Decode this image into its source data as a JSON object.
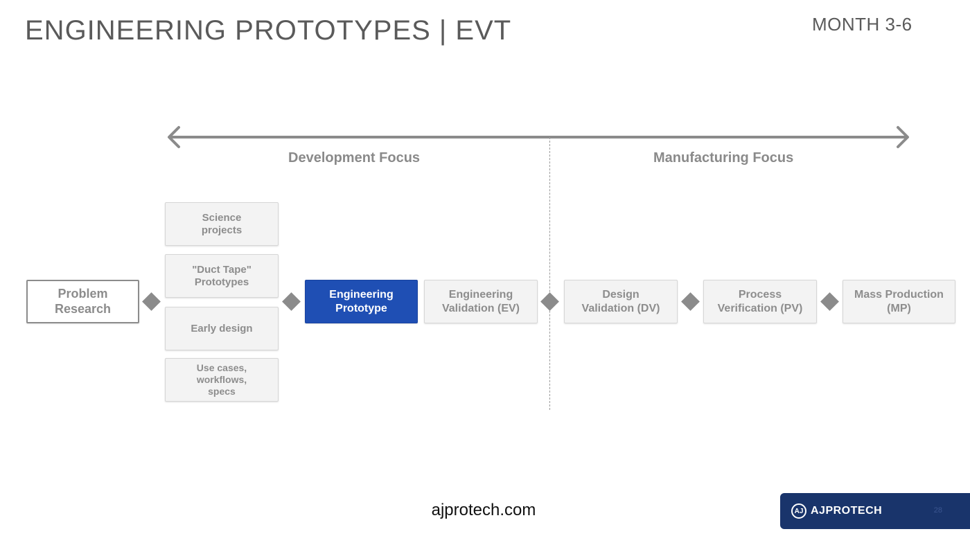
{
  "slide": {
    "title": "ENGINEERING  PROTOTYPES | EVT",
    "month": "MONTH 3-6",
    "page_number": "28"
  },
  "diagram": {
    "development_focus": "Development Focus",
    "manufacturing_focus": "Manufacturing Focus",
    "problem_research": "Problem Research",
    "early_stages": [
      "Science projects",
      "\"Duct Tape\" Prototypes",
      "Early design",
      "Use cases, workflows, specs"
    ],
    "stages": [
      "Engineering Prototype",
      "Engineering Validation (EV)",
      "Design Validation (DV)",
      "Process Verification (PV)",
      "Mass Production (MP)"
    ],
    "colors": {
      "active_stage": "#1f4fb4",
      "stage_box": "#f3f3f3",
      "connector": "#8b8b8b"
    }
  },
  "footer": {
    "url": "ajprotech.com",
    "brand": "AJPROTECH",
    "logo_mark": "AJ",
    "brand_color": "#19346b"
  }
}
